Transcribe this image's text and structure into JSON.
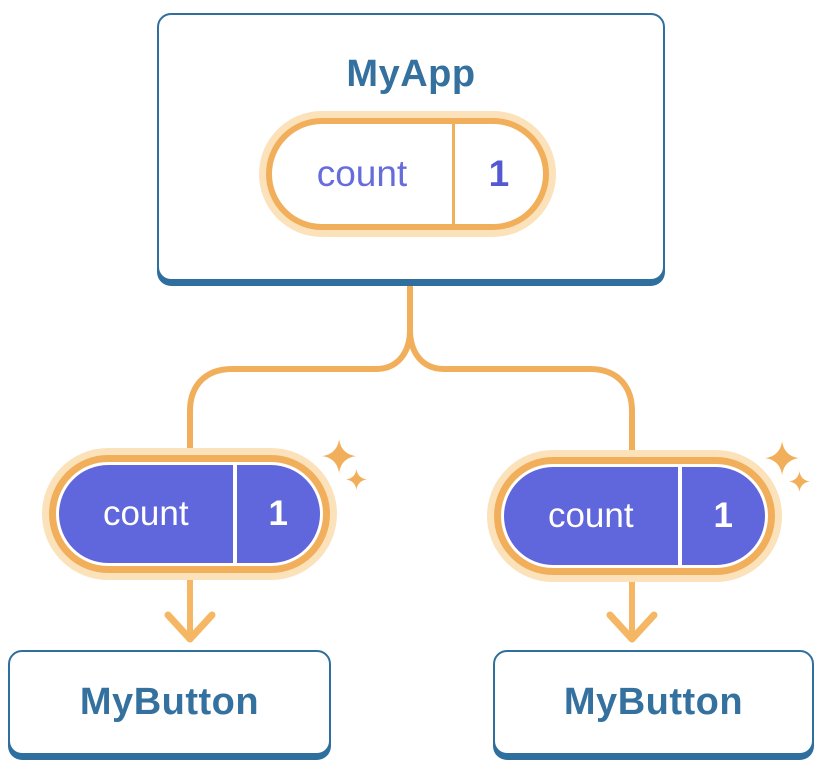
{
  "diagram": {
    "title_hint": "component tree with shared state",
    "colors": {
      "box_border_blue": "#2F6F9E",
      "label_blue": "#35719E",
      "accent_orange": "#F2AF5B",
      "pale_orange_glow": "#FBE2BA",
      "pill_purple": "#6066DB",
      "pill_key_purple_text": "#666CDB",
      "pill_value_purple_text": "#5459D1",
      "white": "#ffffff"
    },
    "root": {
      "label": "MyApp",
      "state": {
        "name": "count",
        "value": "1"
      }
    },
    "children": [
      {
        "label": "MyButton",
        "state": {
          "name": "count",
          "value": "1"
        }
      },
      {
        "label": "MyButton",
        "state": {
          "name": "count",
          "value": "1"
        }
      }
    ]
  }
}
